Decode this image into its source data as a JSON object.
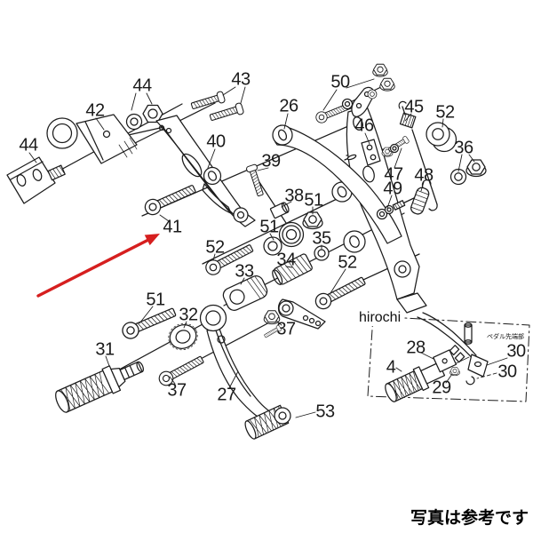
{
  "diagram": {
    "watermark": "hirochi",
    "inset_caption": "ペダル先端部",
    "footer_note": "写真は参考です",
    "arrow_color": "#d61f1f",
    "line_color": "#1c1c1c",
    "background": "#ffffff",
    "labels": {
      "l44_top": "44",
      "l42": "42",
      "l44_left": "44",
      "l43": "43",
      "l40": "40",
      "l26": "26",
      "l50": "50",
      "l45": "45",
      "l52_top": "52",
      "l36": "36",
      "l46": "46",
      "l47": "47",
      "l48": "48",
      "l49": "49",
      "l39": "39",
      "l38": "38",
      "l51_mid": "51",
      "l51_hub": "51",
      "l35": "35",
      "l34": "34",
      "l33": "33",
      "l52_left": "52",
      "l52_right": "52",
      "l41": "41",
      "l51_bottom": "51",
      "l32": "32",
      "l31": "31",
      "l37_left": "37",
      "l37_right": "37",
      "l27": "27",
      "l53": "53",
      "l28": "28",
      "l4": "4",
      "l29": "29",
      "l30_top": "30",
      "l30_bottom": "30"
    }
  }
}
